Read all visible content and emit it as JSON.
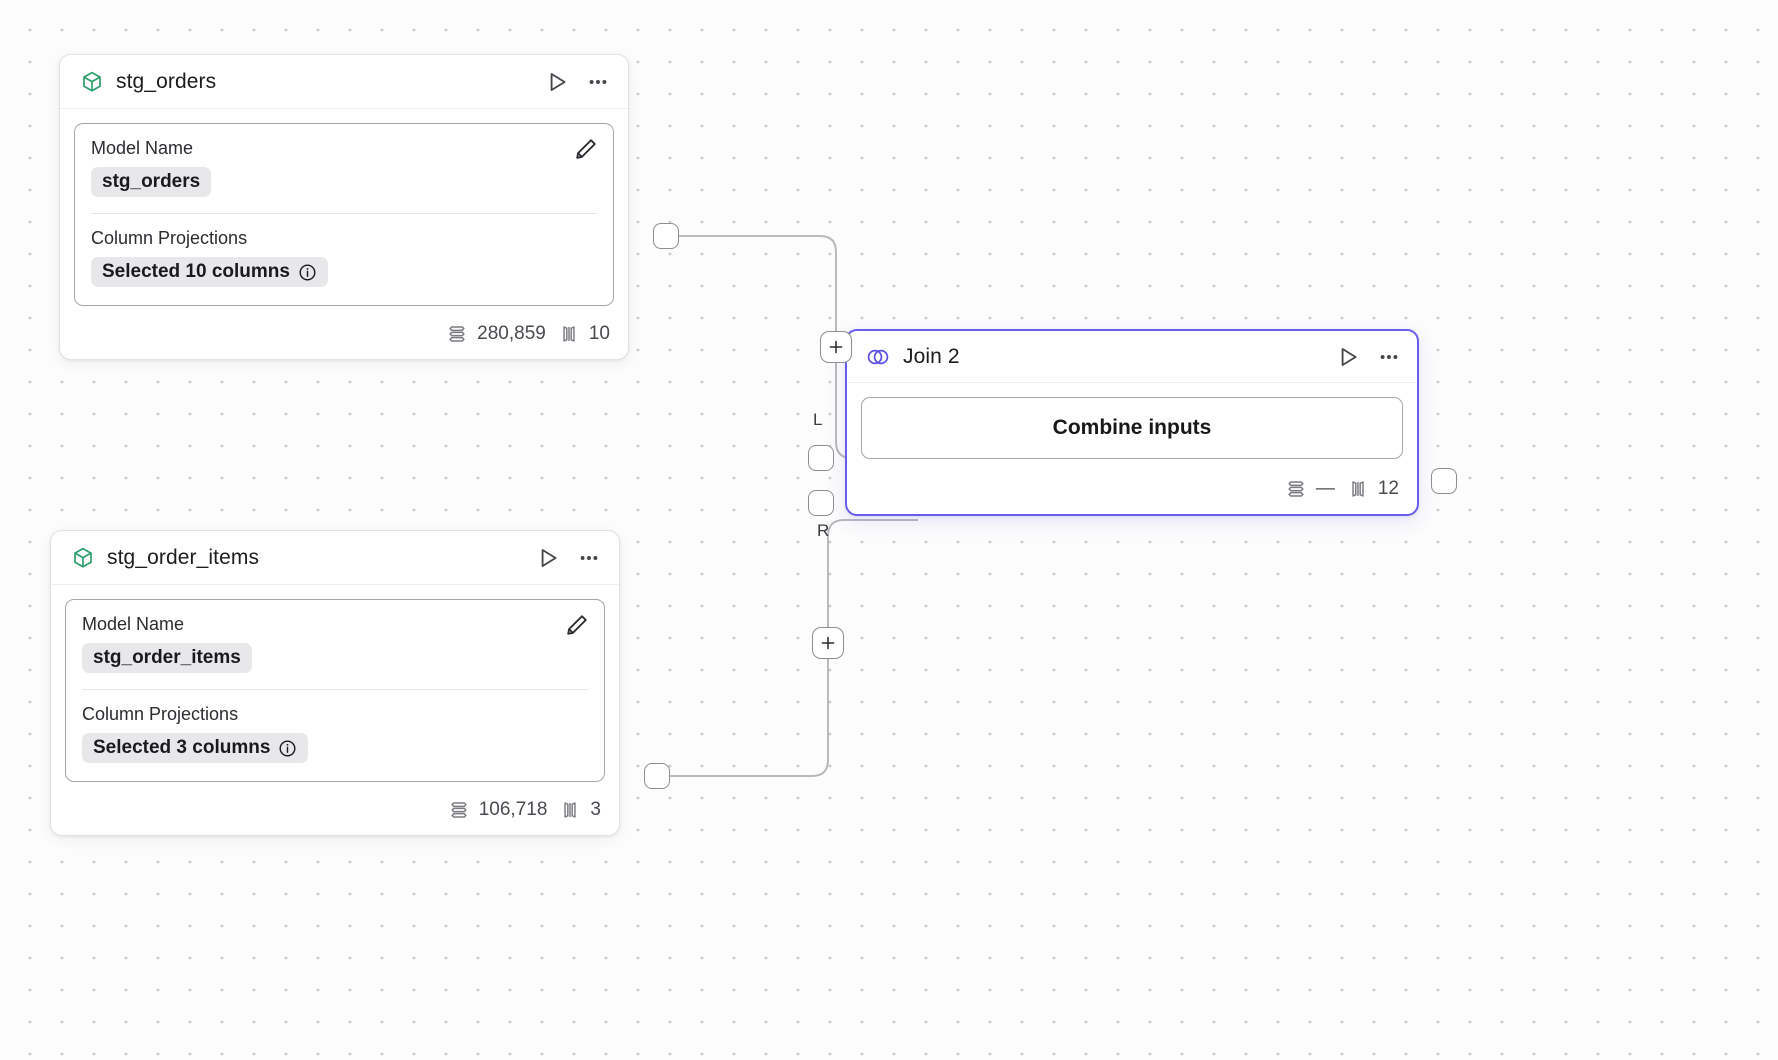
{
  "canvas": {
    "background": "#fcfcfc",
    "grid_dot_color": "#c9c9cd",
    "accent_color": "#6b5cf0",
    "model_icon_color": "#2e9e6b"
  },
  "nodes": [
    {
      "id": "stg_orders",
      "type": "model",
      "title": "stg_orders",
      "icon": "cube-icon",
      "fields": {
        "model_name_label": "Model Name",
        "model_name_value": "stg_orders",
        "column_projections_label": "Column Projections",
        "column_projections_value": "Selected 10 columns"
      },
      "footer": {
        "rows": "280,859",
        "columns": "10"
      }
    },
    {
      "id": "stg_order_items",
      "type": "model",
      "title": "stg_order_items",
      "icon": "cube-icon",
      "fields": {
        "model_name_label": "Model Name",
        "model_name_value": "stg_order_items",
        "column_projections_label": "Column Projections",
        "column_projections_value": "Selected 3 columns"
      },
      "footer": {
        "rows": "106,718",
        "columns": "3"
      }
    },
    {
      "id": "join_2",
      "type": "join",
      "title": "Join 2",
      "icon": "venn-icon",
      "selected": true,
      "action_label": "Combine inputs",
      "ports": {
        "left_label": "L",
        "right_label": "R"
      },
      "footer": {
        "rows": "—",
        "columns": "12"
      }
    }
  ],
  "edge_controls": {
    "add_label": "+"
  },
  "icons": {
    "play": "play-icon",
    "more": "more-options-icon",
    "pencil": "edit-pencil-icon",
    "info": "info-icon",
    "rows": "rows-count-icon",
    "columns": "columns-count-icon"
  }
}
